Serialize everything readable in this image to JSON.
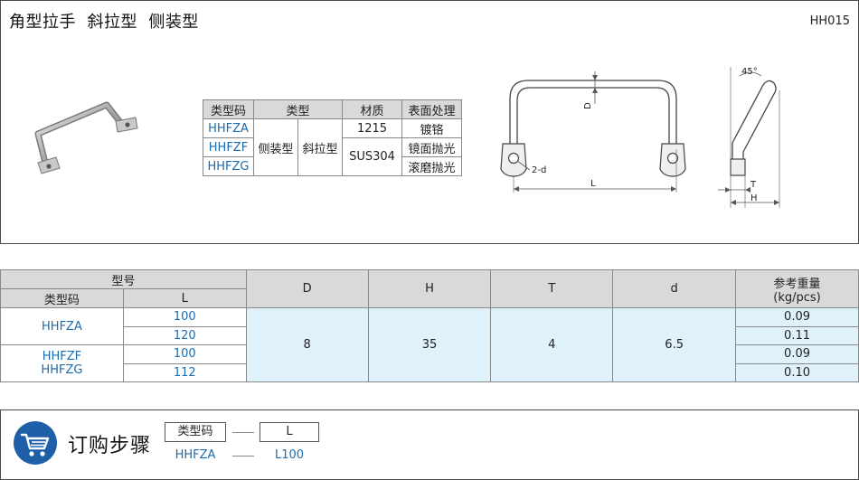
{
  "header": {
    "title": "角型拉手  斜拉型  侧装型",
    "code": "HH015"
  },
  "type_table": {
    "headers": [
      "类型码",
      "类型",
      "材质",
      "表面处理"
    ],
    "codes": [
      "HHFZA",
      "HHFZF",
      "HHFZG"
    ],
    "type_a": "侧装型",
    "type_b": "斜拉型",
    "materials": [
      "1215",
      "SUS304"
    ],
    "finishes": [
      "镀铬",
      "镜面抛光",
      "滚磨抛光"
    ]
  },
  "drawing": {
    "label_D": "D",
    "label_L": "L",
    "label_hole": "2-d",
    "label_angle": "45°",
    "label_T": "T",
    "label_H": "H"
  },
  "spec_table": {
    "model_header": "型号",
    "code_header": "类型码",
    "L_header": "L",
    "D_header": "D",
    "H_header": "H",
    "T_header": "T",
    "d_header": "d",
    "weight_header": "参考重量",
    "weight_unit": "(kg/pcs)",
    "group1_code": "HHFZA",
    "group2_code_a": "HHFZF",
    "group2_code_b": "HHFZG",
    "L_values": [
      "100",
      "120",
      "100",
      "112"
    ],
    "D_value": "8",
    "H_value": "35",
    "T_value": "4",
    "d_value": "6.5",
    "weights": [
      "0.09",
      "0.11",
      "0.09",
      "0.10"
    ]
  },
  "order": {
    "title": "订购步骤",
    "label_code": "类型码",
    "label_L": "L",
    "example_code": "HHFZA",
    "example_L": "L100"
  },
  "colors": {
    "accent_blue": "#1b6bb0",
    "badge_blue": "#1f5fa8",
    "header_gray": "#d9d9d9",
    "value_bg": "#dff1fb"
  }
}
